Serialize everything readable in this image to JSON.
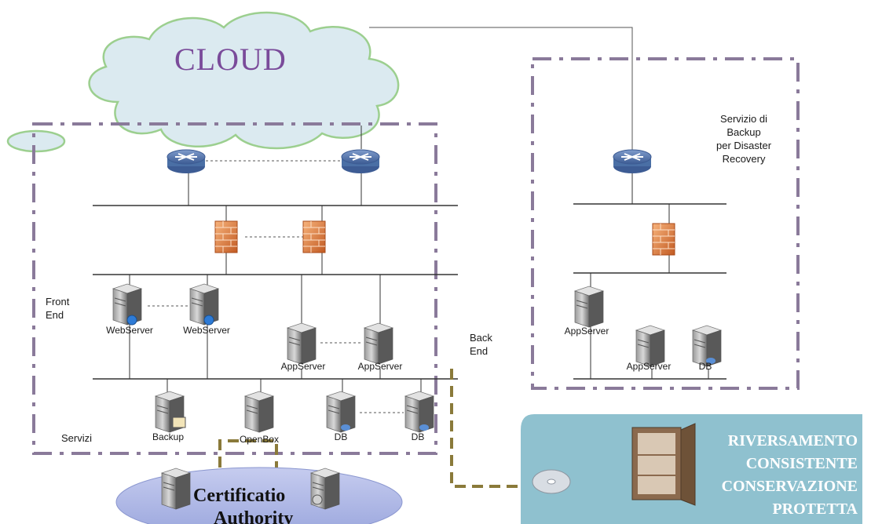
{
  "cloud": {
    "label": "CLOUD"
  },
  "zones": {
    "backup_dr": "Servizio di\nBackup\nper Disaster\nRecovery",
    "front_end": "Front\nEnd",
    "back_end": "Back\nEnd",
    "servizi": "Servizi"
  },
  "servers": {
    "webserver_1": "WebServer",
    "webserver_2": "WebServer",
    "appserver_1": "AppServer",
    "appserver_2": "AppServer",
    "backup": "Backup",
    "openbox": "OpenBox",
    "db_1": "DB",
    "db_2": "DB",
    "dr_appserver_1": "AppServer",
    "dr_appserver_2": "AppServer",
    "dr_db": "DB"
  },
  "certification": {
    "line1": "Certificatio",
    "line2": "Authority"
  },
  "conservazione": {
    "line1": "RIVERSAMENTO",
    "line2": "CONSISTENTE",
    "line3": "CONSERVAZIONE",
    "line4": "PROTETTA"
  },
  "colors": {
    "zone_dash": "#8a7a9a",
    "gold_dash": "#8a7a3a",
    "cloud_fill": "#dbeaf0",
    "cloud_stroke": "#9ccf8f",
    "router": "#4a6fa5",
    "firewall": "#e07a3a",
    "storage_box": "#8fc1cf"
  }
}
